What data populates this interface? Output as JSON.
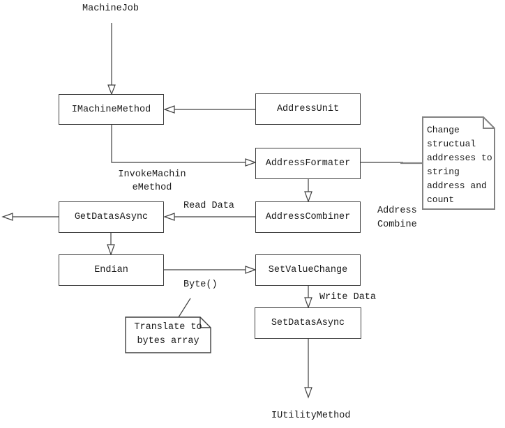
{
  "diagram": {
    "terminals": {
      "start": "MachineJob",
      "end": "IUtilityMethod"
    },
    "nodes": {
      "imachinemethod": "IMachineMethod",
      "addressunit": "AddressUnit",
      "addressformater": "AddressFormater",
      "getdatasasync": "GetDatasAsync",
      "addresscombiner": "AddressCombiner",
      "endian": "Endian",
      "setvaluechange": "SetValueChange",
      "setdatasasync": "SetDatasAsync"
    },
    "edge_labels": {
      "invoke_line1": "InvokeMachin",
      "invoke_line2": "eMethod",
      "read_data": "Read Data",
      "address_combine_line1": "Address",
      "address_combine_line2": "Combine",
      "byte": "Byte()",
      "write_data": "Write Data"
    },
    "notes": {
      "change_note": {
        "lines": [
          "Change",
          "structual",
          "addresses to",
          "string",
          "address and",
          "count"
        ]
      },
      "translate_note": {
        "lines": [
          "Translate to",
          "bytes array"
        ]
      }
    },
    "colors": {
      "line": "#404040",
      "note_border": "#828282",
      "background": "#ffffff"
    }
  }
}
